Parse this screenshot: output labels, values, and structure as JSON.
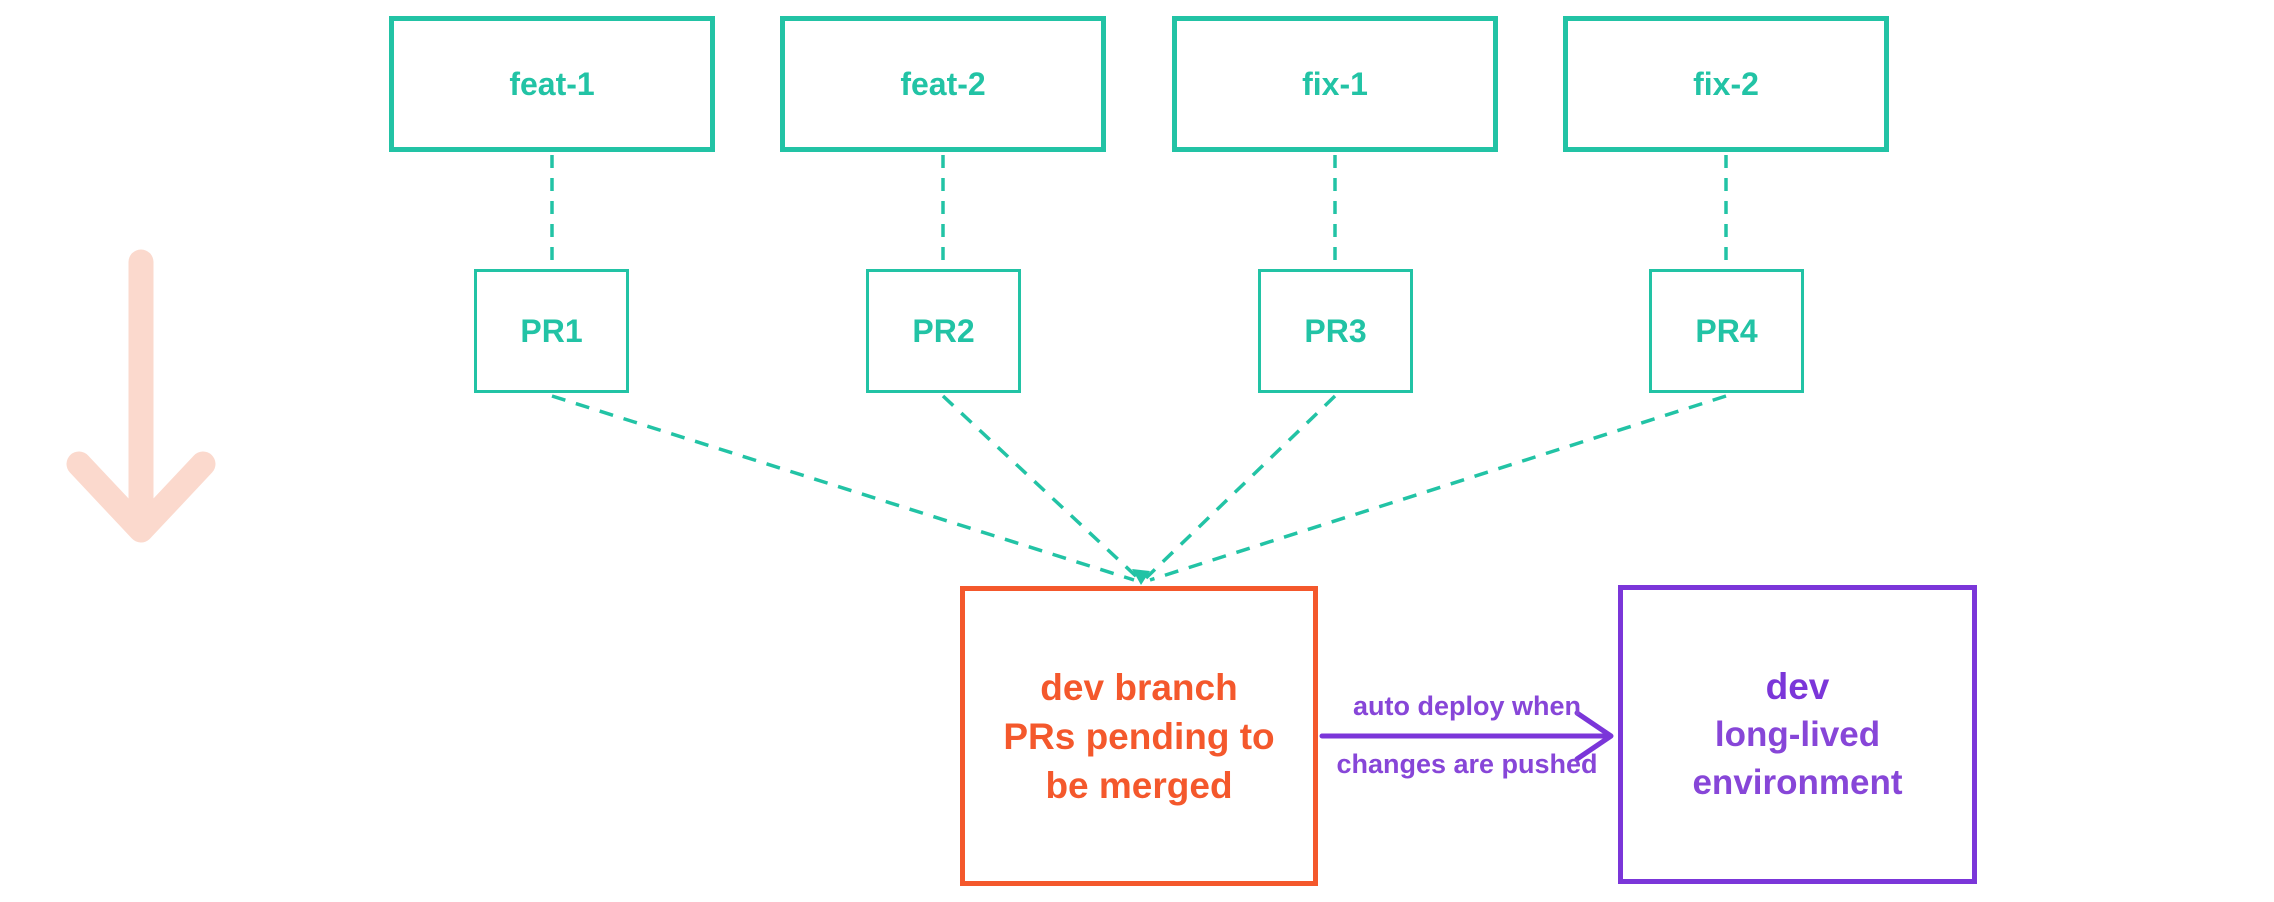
{
  "colors": {
    "teal": "#22C3A5",
    "orange": "#F4582C",
    "purple": "#7B36D9",
    "purple_text": "#8746D8",
    "pink": "#FBD9CD"
  },
  "feature_branches": [
    {
      "label": "feat-1"
    },
    {
      "label": "feat-2"
    },
    {
      "label": "fix-1"
    },
    {
      "label": "fix-2"
    }
  ],
  "pull_requests": [
    {
      "label": "PR1"
    },
    {
      "label": "PR2"
    },
    {
      "label": "PR3"
    },
    {
      "label": "PR4"
    }
  ],
  "merge_target": {
    "name_bold": "dev",
    "name_rest": " branch",
    "note_line1": "PRs pending to",
    "note_line2": "be merged"
  },
  "deploy_arrow": {
    "label_line1": "auto deploy when",
    "label_line2": "changes are pushed"
  },
  "environment": {
    "name": "dev",
    "type_line1": "long-lived",
    "type_line2": "environment"
  },
  "icons": {
    "flow_direction": "down-arrow-icon"
  }
}
